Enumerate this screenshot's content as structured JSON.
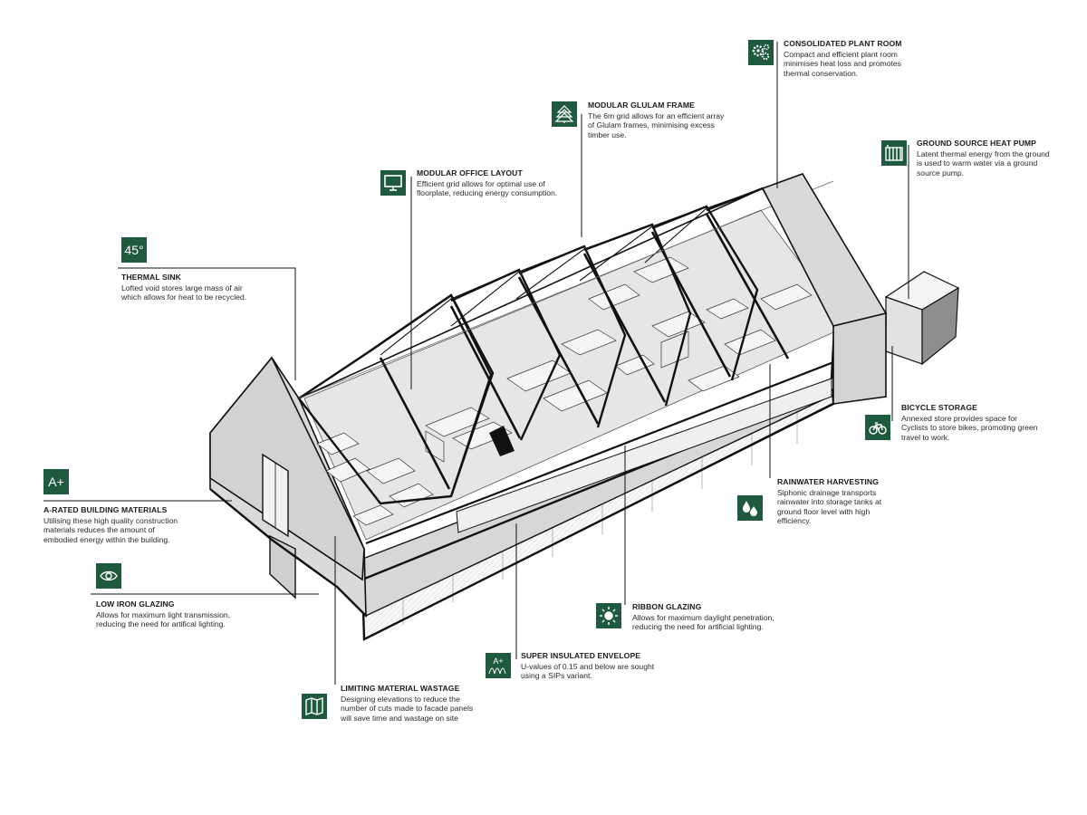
{
  "colors": {
    "accent": "#1f5a3f",
    "line": "#111111",
    "wall": "#dcdcdc",
    "roof": "#ededed"
  },
  "callouts": [
    {
      "id": "consolidated-plant-room",
      "title": "CONSOLIDATED PLANT ROOM",
      "lines": [
        "Compact and efficient plant room",
        "minimises heat loss and promotes",
        "thermal conservation."
      ],
      "icon": "gears-icon"
    },
    {
      "id": "modular-glulam-frame",
      "title": "MODULAR GLULAM FRAME",
      "lines": [
        "The 6m grid allows for an efficient array",
        "of Glulam frames, minimising excess",
        "timber use."
      ],
      "icon": "tree-icon"
    },
    {
      "id": "ground-source-heat-pump",
      "title": "GROUND SOURCE HEAT PUMP",
      "lines": [
        "Latent thermal energy from the ground",
        "is used to warm water via a ground",
        "source pump."
      ],
      "icon": "radiator-icon"
    },
    {
      "id": "modular-office-layout",
      "title": "MODULAR OFFICE LAYOUT",
      "lines": [
        "Efficient grid allows for optimal use of",
        "floorplate, reducing energy consumption."
      ],
      "icon": "monitor-icon"
    },
    {
      "id": "thermal-sink",
      "title": "THERMAL SINK",
      "lines": [
        "Lofted void stores large mass of air",
        "which allows for heat to be recycled."
      ],
      "icon": "degree-icon",
      "icon_text": "45°"
    },
    {
      "id": "bicycle-storage",
      "title": "BICYCLE STORAGE",
      "lines": [
        "Annexed store provides space for",
        "Cyclists to store bikes, promoting green",
        "travel to work."
      ],
      "icon": "bicycle-icon"
    },
    {
      "id": "rainwater-harvesting",
      "title": "RAINWATER HARVESTING",
      "lines": [
        "Siphonic drainage transports",
        "rainwater into storage tanks at",
        "ground floor level with high",
        "efficiency."
      ],
      "icon": "droplets-icon"
    },
    {
      "id": "a-rated-building-materials",
      "title": "A-RATED BUILDING MATERIALS",
      "lines": [
        "Utilising these high quality construction",
        "materials reduces the amount of",
        "embodied energy within the building."
      ],
      "icon": "a-plus-icon",
      "icon_text": "A+"
    },
    {
      "id": "low-iron-glazing",
      "title": "LOW IRON GLAZING",
      "lines": [
        "Allows for maximum light transmission,",
        "reducing the need for artifical lighting."
      ],
      "icon": "eye-icon"
    },
    {
      "id": "ribbon-glazing",
      "title": "RIBBON GLAZING",
      "lines": [
        "Allows for maximum daylight penetration,",
        "reducing the need for artificial lighting."
      ],
      "icon": "sun-icon"
    },
    {
      "id": "super-insulated-envelope",
      "title": "SUPER INSULATED ENVELOPE",
      "lines": [
        "U-values of 0.15 and below are sought",
        "using a SIPs variant."
      ],
      "icon": "insulation-icon",
      "icon_text": "A+"
    },
    {
      "id": "limiting-material-wastage",
      "title": "LIMITING MATERIAL WASTAGE",
      "lines": [
        "Designing elevations to reduce the",
        "number of cuts made to facade panels",
        "will save time and wastage on site"
      ],
      "icon": "panels-icon"
    }
  ]
}
